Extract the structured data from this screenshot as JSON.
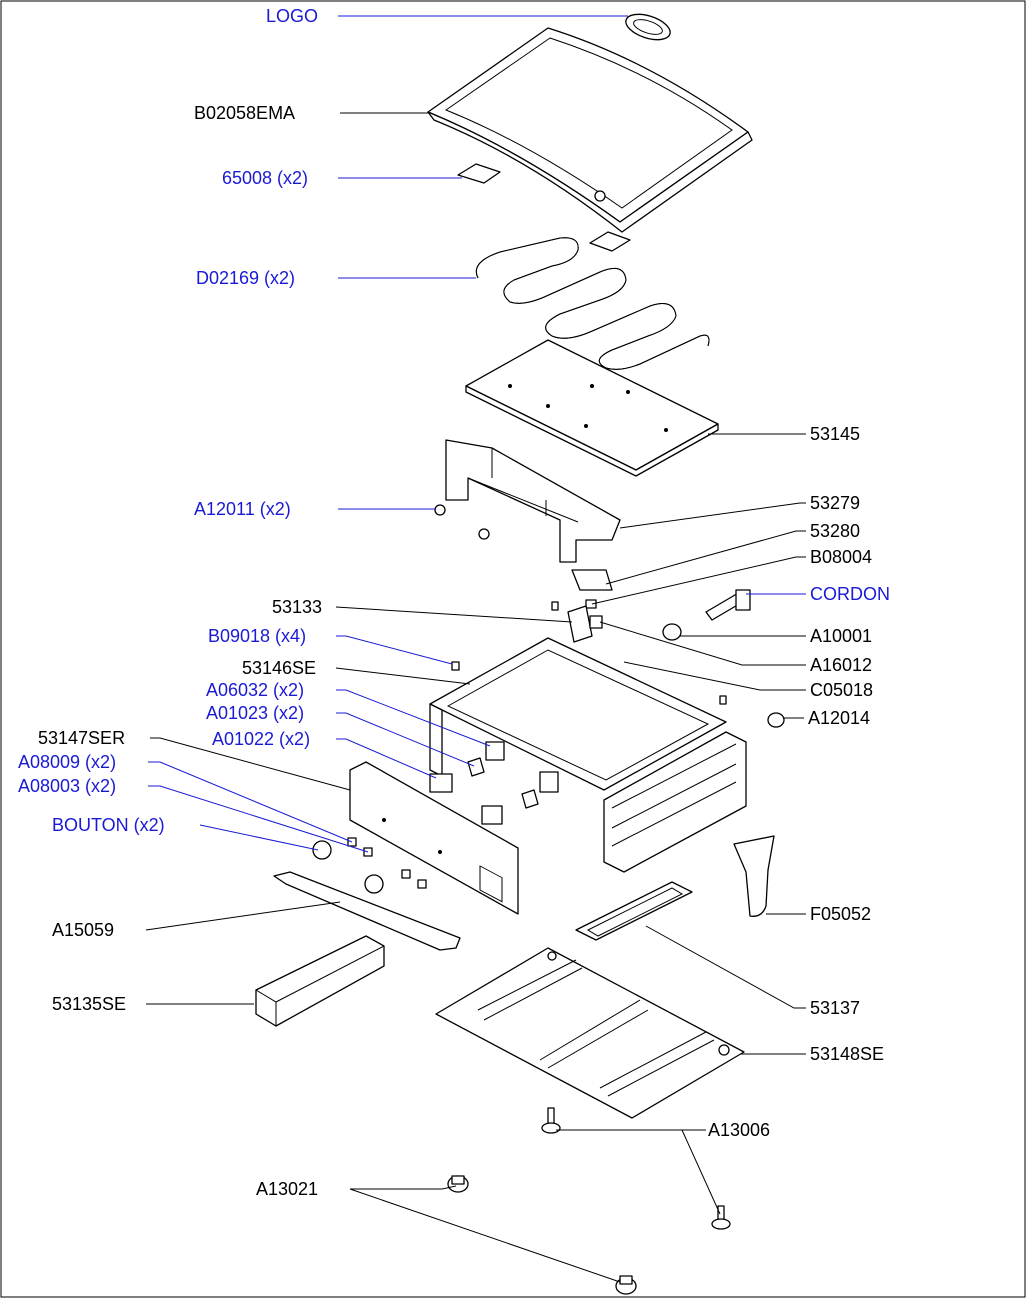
{
  "colors": {
    "blue_label": "#1a1ad6",
    "black_label": "#000000"
  },
  "labels": {
    "logo": "LOGO",
    "b02058ema": "B02058EMA",
    "p65008": "65008  (x2)",
    "d02169": "D02169  (x2)",
    "p53145": "53145",
    "a12011": "A12011  (x2)",
    "p53279": "53279",
    "p53280": "53280",
    "b08004": "B08004",
    "cordon": "CORDON",
    "p53133": "53133",
    "a10001": "A10001",
    "b09018": "B09018  (x4)",
    "a16012": "A16012",
    "p53146se": "53146SE",
    "c05018": "C05018",
    "a06032": "A06032  (x2)",
    "a12014": "A12014",
    "a01023": "A01023  (x2)",
    "a01022": "A01022  (x2)",
    "p53147ser": "53147SER",
    "a08009": "A08009  (x2)",
    "a08003": "A08003  (x2)",
    "bouton": "BOUTON  (x2)",
    "f05052": "F05052",
    "a15059": "A15059",
    "p53137": "53137",
    "p53135se": "53135SE",
    "p53148se": "53148SE",
    "a13006": "A13006",
    "a13021": "A13021"
  }
}
